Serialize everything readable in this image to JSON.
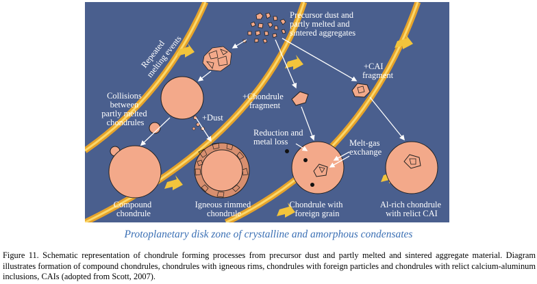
{
  "diagram": {
    "labels": {
      "repeated_melting_line1": "Repeated",
      "repeated_melting_line2": "melting events",
      "precursor_line1": "Precursor dust and",
      "precursor_line2": "partly melted and",
      "precursor_line3": "sintered aggregates",
      "collisions_line1": "Collisions",
      "collisions_line2": "between",
      "collisions_line3": "partly melted",
      "collisions_line4": "chondrules",
      "plus_dust": "+Dust",
      "chondrule_fragment_line1": "+Chondrule",
      "chondrule_fragment_line2": "fragment",
      "cai_fragment_line1": "+CAI",
      "cai_fragment_line2": "fragment",
      "reduction_line1": "Reduction and",
      "reduction_line2": "metal loss",
      "melt_gas_line1": "Melt-gas",
      "melt_gas_line2": "exchange",
      "compound_line1": "Compound",
      "compound_line2": "chondrule",
      "igneous_line1": "Igneous rimmed",
      "igneous_line2": "chondrule",
      "foreign_line1": "Chondrule with",
      "foreign_line2": "foreign grain",
      "al_rich_line1": "Al-rich chondrule",
      "al_rich_line2": "with relict CAI"
    },
    "colors": {
      "background": "#4a5f8e",
      "chondrule_fill": "#f3a98a",
      "band_outer": "#e6a32a",
      "band_inner": "#fbd86c",
      "outline": "#1f1f1f",
      "arrow": "#ffffff"
    }
  },
  "subtitle": "Protoplanetary disk zone of crystalline and amorphous condensates",
  "caption": "Figure 11. Schematic representation of chondrule forming processes from precursor dust and partly melted and sintered aggregate material. Diagram illustrates formation of compound chondrules, chondrules with igneous rims, chondrules with foreign particles and chondrules with relict calcium-aluminum inclusions, CAIs (adopted from Scott, 2007)."
}
